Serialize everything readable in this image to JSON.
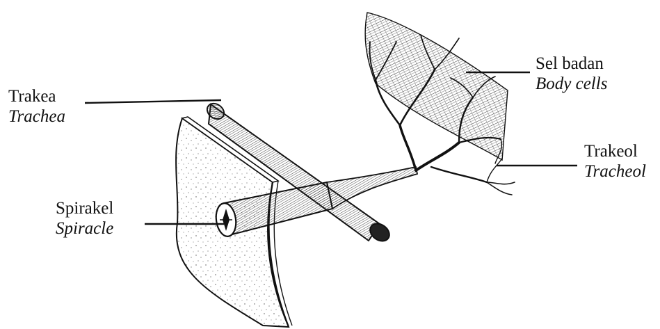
{
  "labels": {
    "trachea": {
      "malay": "Trakea",
      "english": "Trachea"
    },
    "spiracle": {
      "malay": "Spirakel",
      "english": "Spiracle"
    },
    "body_cells": {
      "malay": "Sel badan",
      "english": "Body cells"
    },
    "tracheole": {
      "malay": "Trakeol",
      "english": "Tracheol"
    }
  },
  "colors": {
    "ink": "#111111",
    "stipple": "#555555",
    "background": "#ffffff"
  }
}
